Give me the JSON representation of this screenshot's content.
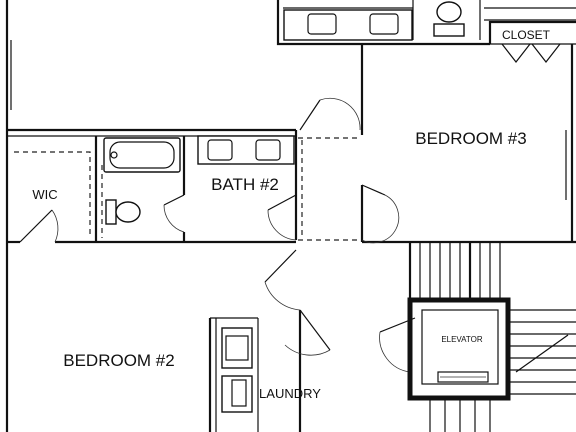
{
  "rooms": {
    "bedroom3": "BEDROOM #3",
    "closet": "CLOSET",
    "bath2": "BATH #2",
    "wic": "WIC",
    "bedroom2": "BEDROOM #2",
    "laundry": "LAUNDRY",
    "elevator": "ELEVATOR"
  }
}
